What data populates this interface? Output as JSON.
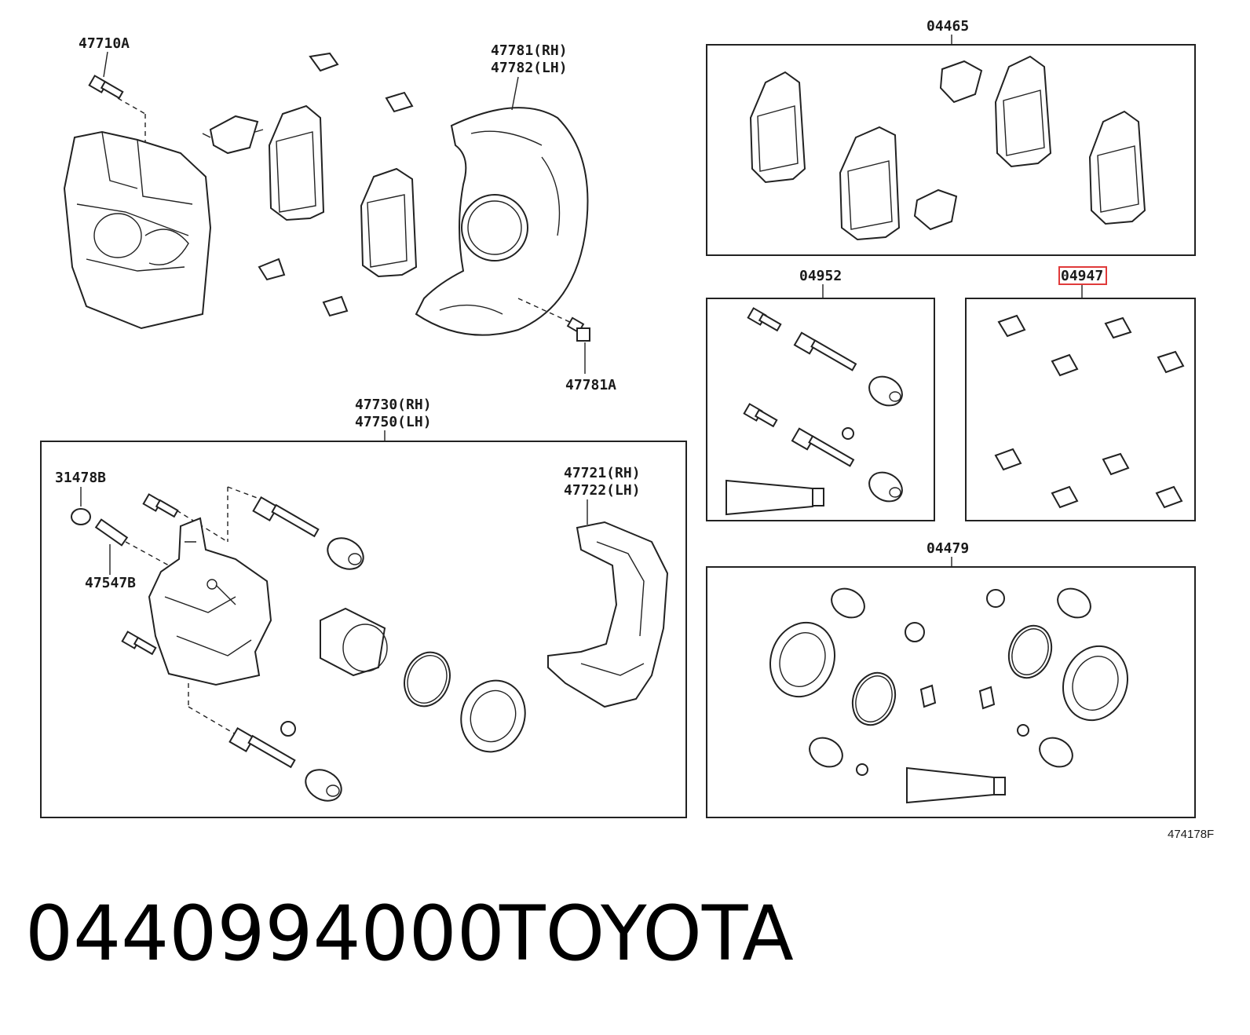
{
  "labels": {
    "caliper_bolt": "47710A",
    "dust_cover": [
      "47781(RH)",
      "47782(LH)"
    ],
    "cover_bolt": "47781A",
    "caliper_assy": [
      "47730(RH)",
      "47750(LH)"
    ],
    "bleeder_cap": "31478B",
    "bleeder_plug": "47547B",
    "mounting": [
      "47721(RH)",
      "47722(LH)"
    ],
    "pad_kit": "04465",
    "slide_kit": "04952",
    "fitting_kit": "04947",
    "seal_kit": "04479",
    "figure_code": "474178F"
  },
  "footer": {
    "part_number": "0440994000",
    "brand": "TOYOTA"
  },
  "colors": {
    "line": "#222222",
    "highlight": "#e03a3a",
    "background": "#ffffff"
  }
}
